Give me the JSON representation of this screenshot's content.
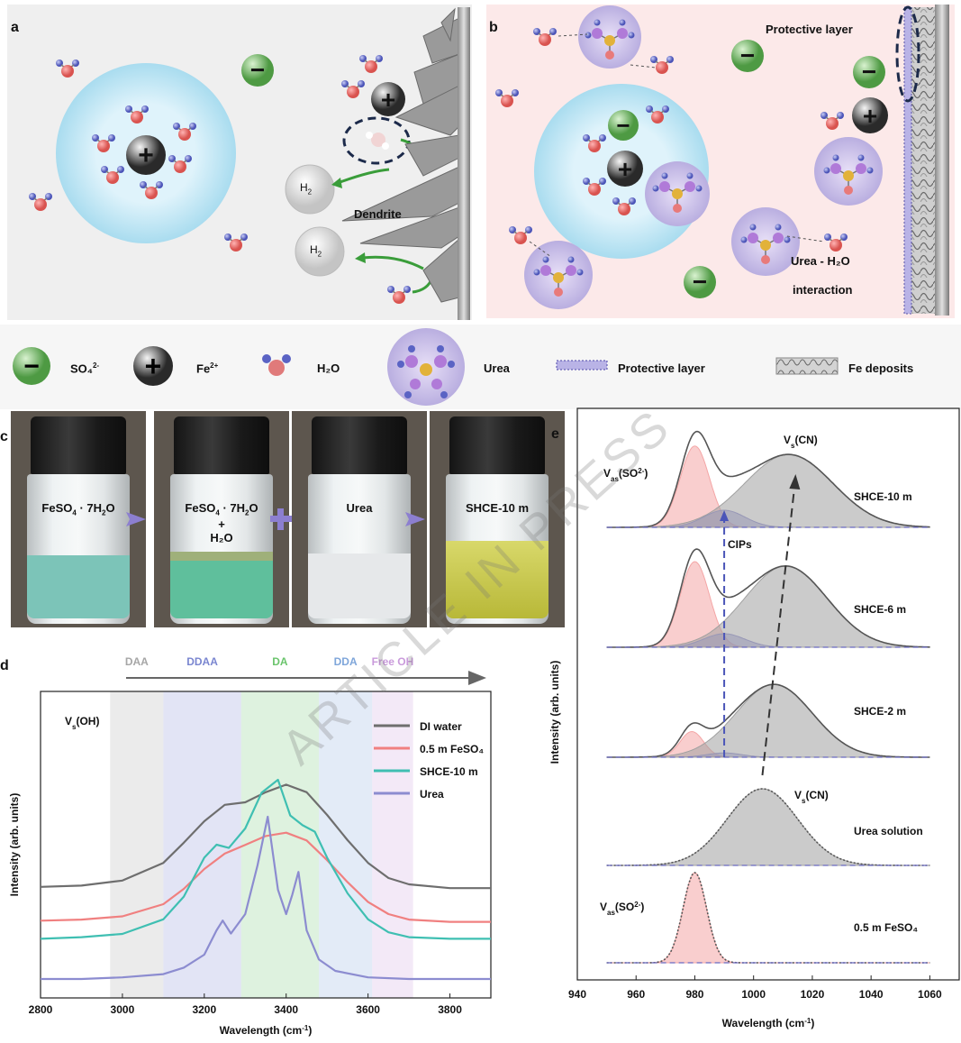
{
  "panels": {
    "a": "a",
    "b": "b",
    "c": "c",
    "d": "d",
    "e": "e"
  },
  "panel_a": {
    "h2_top": "H",
    "h2_top_sub": "2",
    "h2_bottom": "H",
    "h2_bottom_sub": "2",
    "dendrite": "Dendrite"
  },
  "panel_b": {
    "protective_layer": "Protective layer",
    "urea_h2o_1": "Urea - H₂O",
    "urea_h2o_2": "interaction"
  },
  "legend": {
    "so4": "SO₄",
    "so4_sup": "2-",
    "fe": "Fe",
    "fe_sup": "2+",
    "h2o": "H₂O",
    "urea": "Urea",
    "protective": "Protective layer",
    "fe_deposits": "Fe deposits"
  },
  "vials": [
    {
      "line1": "FeSO",
      "sub": "4",
      "line1b": " · 7H",
      "sub2": "2",
      "line1c": "O",
      "line2": "",
      "line3": "",
      "fill": "#7cc4b8"
    },
    {
      "line1": "FeSO",
      "sub": "4",
      "line1b": " · 7H",
      "sub2": "2",
      "line1c": "O",
      "line2": "+",
      "line3": "H₂O",
      "fill": "#5fbf9c"
    },
    {
      "line1": "Urea",
      "sub": "",
      "line1b": "",
      "sub2": "",
      "line1c": "",
      "line2": "",
      "line3": "",
      "fill": "#e6e8ea"
    },
    {
      "line1": "SHCE-10 m",
      "sub": "",
      "line1b": "",
      "sub2": "",
      "line1c": "",
      "line2": "",
      "line3": "",
      "fill": "#c9c84a"
    }
  ],
  "watermark": "ARTICLE IN PRESS",
  "chart_data": [
    {
      "panel": "d",
      "type": "line",
      "xlabel": "Wavelength (cm",
      "xlabel_sup": "-1",
      "xlabel_end": ")",
      "ylabel": "Intensity (arb. units)",
      "xlim": [
        2800,
        3900
      ],
      "xticks": [
        2800,
        3000,
        3200,
        3400,
        3600,
        3800
      ],
      "annotation": "V",
      "annotation_sub": "s",
      "annotation_end": "(OH)",
      "bands": [
        {
          "name": "DAA",
          "range": [
            2970,
            3100
          ],
          "color": "#a6a6a6"
        },
        {
          "name": "DDAA",
          "range": [
            3100,
            3290
          ],
          "color": "#7a86d0"
        },
        {
          "name": "DA",
          "range": [
            3290,
            3480
          ],
          "color": "#6ac46c"
        },
        {
          "name": "DDA",
          "range": [
            3480,
            3610
          ],
          "color": "#7fa6da"
        },
        {
          "name": "Free OH",
          "range": [
            3610,
            3710
          ],
          "color": "#c99adb"
        }
      ],
      "series": [
        {
          "name": "DI water",
          "color": "#6e6e6e",
          "offset": 0.0,
          "peaks": [
            [
              3250,
              0.78,
              110
            ],
            [
              3430,
              0.82,
              120
            ]
          ],
          "x": [
            2800,
            2900,
            3000,
            3100,
            3150,
            3200,
            3250,
            3300,
            3350,
            3400,
            3450,
            3500,
            3550,
            3600,
            3650,
            3700,
            3800,
            3900
          ],
          "y": [
            0.03,
            0.04,
            0.08,
            0.22,
            0.38,
            0.55,
            0.68,
            0.7,
            0.78,
            0.84,
            0.78,
            0.6,
            0.4,
            0.22,
            0.1,
            0.05,
            0.02,
            0.02
          ]
        },
        {
          "name": "0.5 m FeSO₄",
          "color": "#f08080",
          "x": [
            2800,
            2900,
            3000,
            3100,
            3150,
            3200,
            3250,
            3300,
            3350,
            3400,
            3450,
            3500,
            3550,
            3600,
            3650,
            3700,
            3800,
            3900
          ],
          "y": [
            0.03,
            0.04,
            0.07,
            0.18,
            0.32,
            0.5,
            0.64,
            0.72,
            0.8,
            0.83,
            0.76,
            0.58,
            0.38,
            0.2,
            0.09,
            0.04,
            0.02,
            0.02
          ]
        },
        {
          "name": "SHCE-10 m",
          "color": "#3fbfb2",
          "x": [
            2800,
            2900,
            3000,
            3100,
            3150,
            3200,
            3230,
            3260,
            3300,
            3340,
            3380,
            3410,
            3440,
            3470,
            3500,
            3550,
            3600,
            3650,
            3700,
            3800,
            3900
          ],
          "y": [
            0.02,
            0.03,
            0.05,
            0.14,
            0.28,
            0.52,
            0.6,
            0.58,
            0.7,
            0.92,
            1.0,
            0.78,
            0.72,
            0.68,
            0.52,
            0.3,
            0.14,
            0.06,
            0.03,
            0.02,
            0.02
          ]
        },
        {
          "name": "Urea",
          "color": "#8c8cd0",
          "x": [
            2800,
            2900,
            3000,
            3100,
            3150,
            3200,
            3230,
            3245,
            3265,
            3300,
            3330,
            3355,
            3380,
            3400,
            3415,
            3430,
            3450,
            3480,
            3520,
            3600,
            3700,
            3900
          ],
          "y": [
            0.0,
            0.0,
            0.01,
            0.03,
            0.07,
            0.15,
            0.3,
            0.36,
            0.28,
            0.4,
            0.7,
            1.0,
            0.55,
            0.4,
            0.52,
            0.66,
            0.3,
            0.12,
            0.05,
            0.01,
            0.0,
            0.0
          ]
        }
      ]
    },
    {
      "panel": "e",
      "type": "line",
      "xlabel": "Wavelength (cm",
      "xlabel_sup": "-1",
      "xlabel_end": ")",
      "ylabel": "Intensity (arb. units)",
      "xlim": [
        940,
        1070
      ],
      "xticks": [
        940,
        960,
        980,
        1000,
        1020,
        1040,
        1060
      ],
      "annotations": [
        {
          "text": "V",
          "sub": "s",
          "end": "(CN)"
        },
        {
          "text": "V",
          "sub": "as",
          "end": "(SO",
          "sup": "2-",
          "end2": ")"
        },
        {
          "text": "CIPs"
        },
        {
          "text": "V",
          "sub": "s",
          "end": "(CN)"
        },
        {
          "text": "V",
          "sub": "as",
          "end": "(SO",
          "sup": "2-",
          "end2": ")"
        }
      ],
      "series": [
        {
          "name": "SHCE-10 m",
          "components": [
            {
              "center": 980,
              "height": 0.95,
              "width": 5,
              "color": "#f4a6a6"
            },
            {
              "center": 990,
              "height": 0.2,
              "width": 7,
              "color": "#8c8cd0"
            },
            {
              "center": 1012,
              "height": 0.85,
              "width": 15,
              "color": "#a0a0a0"
            }
          ]
        },
        {
          "name": "SHCE-6 m",
          "components": [
            {
              "center": 980,
              "height": 0.95,
              "width": 5,
              "color": "#f4a6a6"
            },
            {
              "center": 990,
              "height": 0.15,
              "width": 7,
              "color": "#8c8cd0"
            },
            {
              "center": 1011,
              "height": 0.9,
              "width": 14,
              "color": "#a0a0a0"
            }
          ]
        },
        {
          "name": "SHCE-2 m",
          "components": [
            {
              "center": 979,
              "height": 0.3,
              "width": 4,
              "color": "#f4a6a6"
            },
            {
              "center": 990,
              "height": 0.05,
              "width": 6,
              "color": "#8c8cd0"
            },
            {
              "center": 1007,
              "height": 0.85,
              "width": 13,
              "color": "#a0a0a0"
            }
          ]
        },
        {
          "name": "Urea solution",
          "components": [
            {
              "center": 1003,
              "height": 0.85,
              "width": 12,
              "color": "#a0a0a0"
            }
          ]
        },
        {
          "name": "0.5 m FeSO₄",
          "components": [
            {
              "center": 980,
              "height": 1.0,
              "width": 4,
              "color": "#f4a6a6"
            }
          ]
        }
      ]
    }
  ]
}
